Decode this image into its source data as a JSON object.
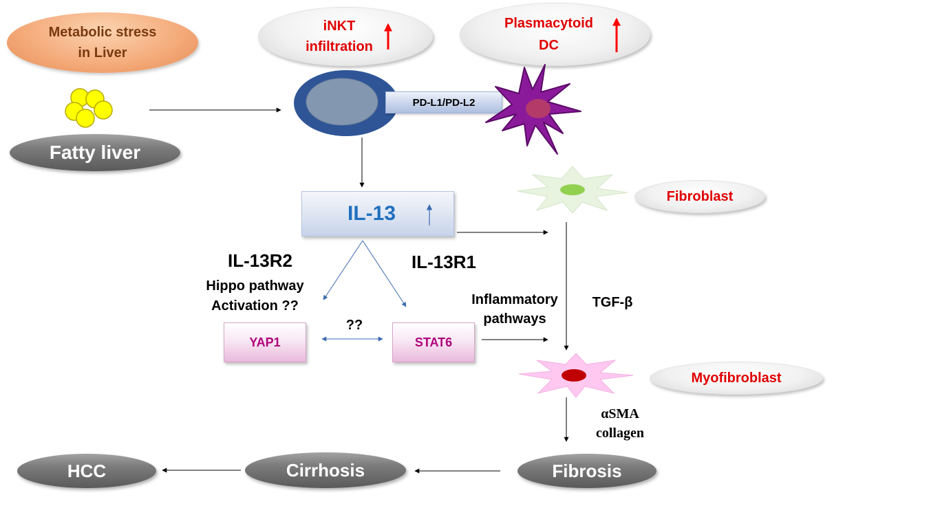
{
  "nodes": {
    "metabolic_stress": "Metabolic stress\nin Liver",
    "fatty_liver": "Fatty liver",
    "inkt": "iNKT\ninfiltration",
    "plasmacytoid": "Plasmacytoid\nDC",
    "pd_l1_l2": "PD-L1/PD-L2",
    "il13": "IL-13",
    "fibroblast": "Fibroblast",
    "il13r2": "IL-13R2",
    "il13r1": "IL-13R1",
    "hippo": "Hippo pathway\nActivation ??",
    "yap1": "YAP1",
    "stat6": "STAT6",
    "crosstalk": "??",
    "inflammatory": "Inflammatory\npathways",
    "tgf": "TGF-β",
    "myofibroblast": "Myofibroblast",
    "asma": "αSMA\ncollagen",
    "fibrosis": "Fibrosis",
    "cirrhosis": "Cirrhosis",
    "hcc": "HCC"
  },
  "colors": {
    "red_text": "#e00000",
    "il13_text": "#1f6fbf",
    "magenta_text": "#b0007a",
    "dark_red_brown": "#7a3a10",
    "arrow_blue": "#3a6ab0",
    "stellate_green": "#e8f3e0",
    "stellate_pink": "#ffc8f0"
  },
  "icons": {
    "fat_droplets": "yellow-circles-cluster",
    "dendritic_cell": "purple-star-cell",
    "nkt_cell": "blue-ring-cell"
  }
}
